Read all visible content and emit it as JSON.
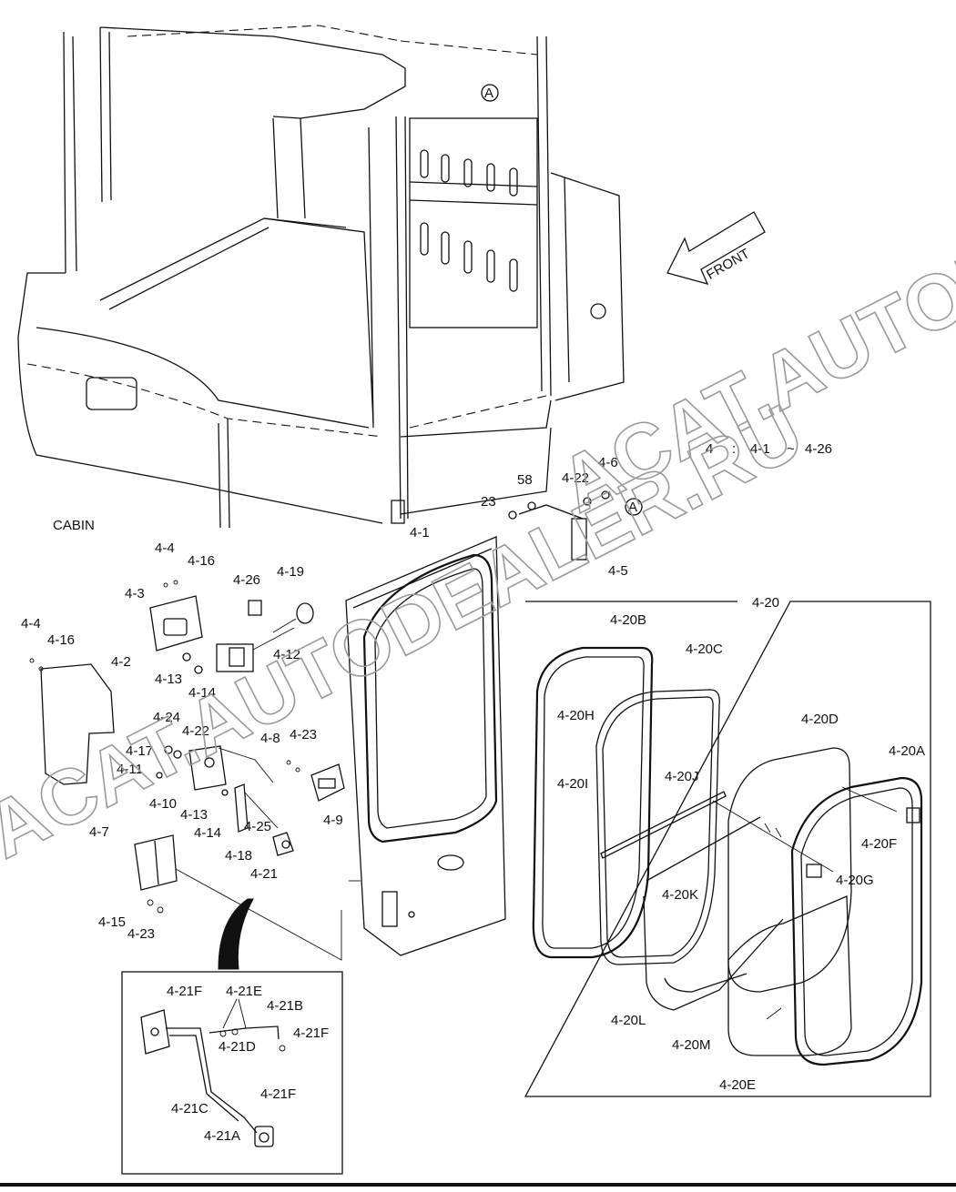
{
  "header": {
    "section_label": "CABIN",
    "range_label": {
      "group": "4",
      "sep": ":",
      "from": "4-1",
      "tilde": "~",
      "to": "4-26"
    },
    "front_label": "FRONT",
    "circle_ref": "A",
    "circle_ref_2": "A"
  },
  "watermarks": {
    "site_1": "ACAT.AUTODEALER.RU",
    "site_2": "ACAT.AUTODEALER.RU"
  },
  "callouts": {
    "c_4_1": "4-1",
    "c_4_2": "4-2",
    "c_4_3": "4-3",
    "c_4_4a": "4-4",
    "c_4_4b": "4-4",
    "c_4_5": "4-5",
    "c_4_6": "4-6",
    "c_4_7": "4-7",
    "c_4_8": "4-8",
    "c_4_9": "4-9",
    "c_4_10": "4-10",
    "c_4_11": "4-11",
    "c_4_12": "4-12",
    "c_4_13a": "4-13",
    "c_4_13b": "4-13",
    "c_4_14a": "4-14",
    "c_4_14b": "4-14",
    "c_4_15": "4-15",
    "c_4_16a": "4-16",
    "c_4_16b": "4-16",
    "c_4_17": "4-17",
    "c_4_18": "4-18",
    "c_4_19": "4-19",
    "c_4_21": "4-21",
    "c_4_22a": "4-22",
    "c_4_22b": "4-22",
    "c_4_23a": "4-23",
    "c_4_23b": "4-23",
    "c_4_24": "4-24",
    "c_4_25": "4-25",
    "c_4_26": "4-26",
    "c_23": "23",
    "c_58": "58"
  },
  "glass_box": {
    "title": "4-20",
    "c_4_20A": "4-20A",
    "c_4_20B": "4-20B",
    "c_4_20C": "4-20C",
    "c_4_20D": "4-20D",
    "c_4_20E": "4-20E",
    "c_4_20F": "4-20F",
    "c_4_20G": "4-20G",
    "c_4_20H": "4-20H",
    "c_4_20I": "4-20I",
    "c_4_20J": "4-20J",
    "c_4_20K": "4-20K",
    "c_4_20L": "4-20L",
    "c_4_20M": "4-20M"
  },
  "cable_box": {
    "c_4_21A": "4-21A",
    "c_4_21B": "4-21B",
    "c_4_21C": "4-21C",
    "c_4_21D": "4-21D",
    "c_4_21E": "4-21E",
    "c_4_21F_1": "4-21F",
    "c_4_21F_2": "4-21F",
    "c_4_21F_3": "4-21F"
  },
  "colors": {
    "line": "#111111",
    "watermark": "#9a9a9a",
    "background": "#ffffff"
  }
}
